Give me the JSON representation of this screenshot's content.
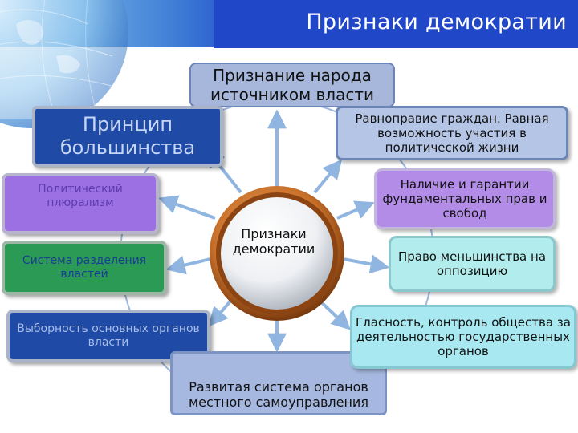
{
  "slide": {
    "title": "Признаки демократии"
  },
  "center": {
    "label": "Признаки демократии"
  },
  "boxes": {
    "people_source": "Признание народа источником власти",
    "majority_principle": "Принцип большинства",
    "equal_rights": "Равноправие граждан. Равная возможность участия в политической жизни",
    "pluralism": "Политический плюрализм",
    "fundamental_rights": "Наличие и гарантии фундаментальных прав и свобод",
    "separation_of_powers": "Система разделения властей",
    "minority_right": "Право меньшинства на оппозицию",
    "elected_bodies": "Выборность основных органов власти",
    "glasnost": "Гласность, контроль общества за деятельностью государственных органов",
    "local_government": "Развитая система органов местного самоуправления"
  },
  "colors": {
    "header_blue": "#1f47c8",
    "arrow": "#8fb5e0",
    "ring_outer": "#c8702a",
    "ring_inner": "#8c4512"
  },
  "icons": {
    "arrows": "radial-arrow-icon",
    "globe": "globe-background-icon",
    "center": "ring-button-icon"
  }
}
